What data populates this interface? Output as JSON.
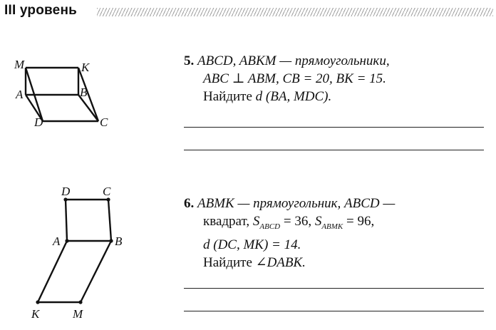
{
  "header": {
    "title": "III уровень"
  },
  "problems": [
    {
      "number": "5.",
      "line1": "ABCD, ABKM — прямоугольники,",
      "line2": "ABC ⊥ ABM, CB = 20, BK = 15.",
      "line3_prefix": "Найдите ",
      "line3_expr": "d (BA, MDC).",
      "figure_labels": {
        "M": "M",
        "K": "K",
        "A": "A",
        "B": "B",
        "D": "D",
        "C": "C"
      }
    },
    {
      "number": "6.",
      "line1": "ABMK — прямоугольник, ABCD —",
      "line2_prefix": "квадрат, ",
      "s_letter": "S",
      "s1_sub": "ABCD",
      "s1_val": " = 36, ",
      "s2_sub": "ABMK",
      "s2_val": " = 96,",
      "line3": "d (DC, MK) = 14.",
      "line4_prefix": "Найдите ",
      "line4_expr": "∠DABK.",
      "figure_labels": {
        "D": "D",
        "C": "C",
        "A": "A",
        "B": "B",
        "K": "K",
        "M": "M"
      }
    }
  ]
}
